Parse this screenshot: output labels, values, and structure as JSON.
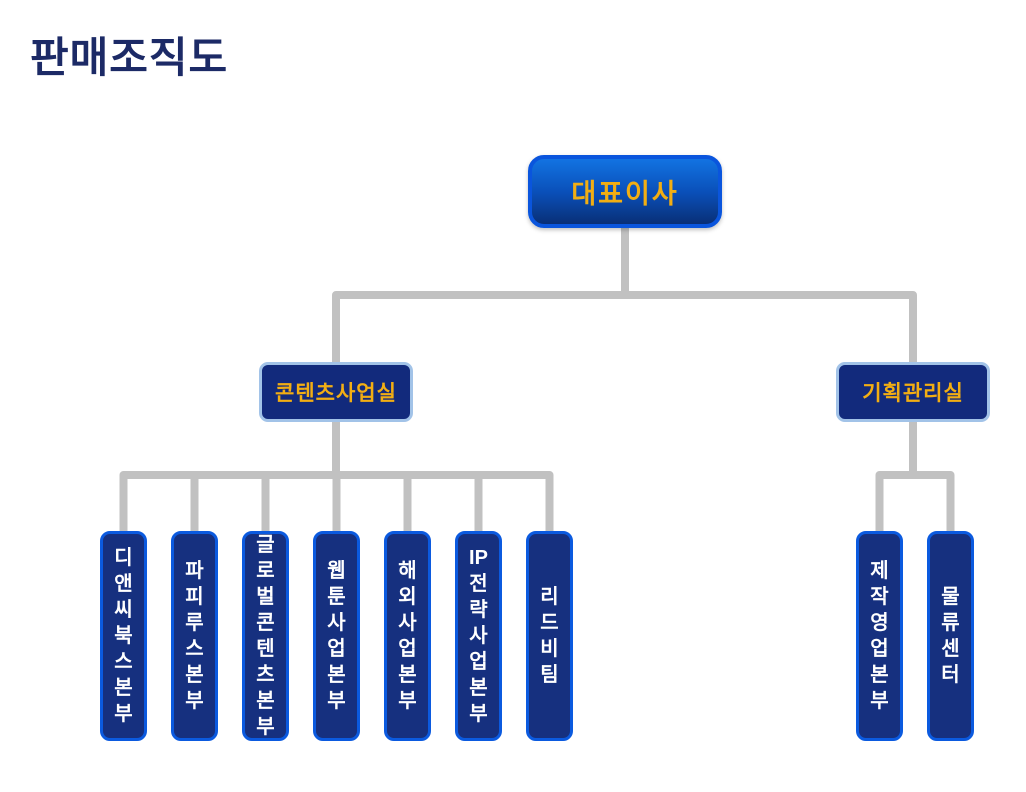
{
  "page": {
    "title": "판매조직도"
  },
  "colors": {
    "title_text": "#1c2a66",
    "root_fill_top": "#1273e2",
    "root_fill_mid": "#0a4fb8",
    "root_fill_bottom": "#092f76",
    "root_border": "#0a55dd",
    "dept_fill": "#122a7c",
    "dept_border": "#a2c3e8",
    "unit_fill": "#16307f",
    "unit_border": "#0b5adf",
    "gold_text": "#f2ae13",
    "unit_text": "#ffffff",
    "connector": "#c1c1c1"
  },
  "org_chart": {
    "root": {
      "label": "대표이사"
    },
    "departments": [
      {
        "label": "콘텐츠사업실"
      },
      {
        "label": "기획관리실"
      }
    ],
    "contents_units": [
      {
        "label": "디앤씨북스본부",
        "chars": [
          "디",
          "앤",
          "씨",
          "북",
          "스",
          "본",
          "부"
        ]
      },
      {
        "label": "파피루스본부",
        "chars": [
          "파",
          "피",
          "루",
          "스",
          "본",
          "부"
        ]
      },
      {
        "label": "글로벌콘텐츠본부",
        "chars": [
          "글",
          "로",
          "벌",
          "콘",
          "텐",
          "츠",
          "본",
          "부"
        ]
      },
      {
        "label": "웹툰사업본부",
        "chars": [
          "웹",
          "툰",
          "사",
          "업",
          "본",
          "부"
        ]
      },
      {
        "label": "해외사업본부",
        "chars": [
          "해",
          "외",
          "사",
          "업",
          "본",
          "부"
        ]
      },
      {
        "label": "IP 전략사업본부",
        "chars": [
          "IP",
          "전",
          "략",
          "사",
          "업",
          "본",
          "부"
        ]
      },
      {
        "label": "리드비팀",
        "chars": [
          "리",
          "드",
          "비",
          "팀"
        ]
      }
    ],
    "planning_units": [
      {
        "label": "제작영업본부",
        "chars": [
          "제",
          "작",
          "영",
          "업",
          "본",
          "부"
        ]
      },
      {
        "label": "물류센터",
        "chars": [
          "물",
          "류",
          "센",
          "터"
        ]
      }
    ]
  }
}
